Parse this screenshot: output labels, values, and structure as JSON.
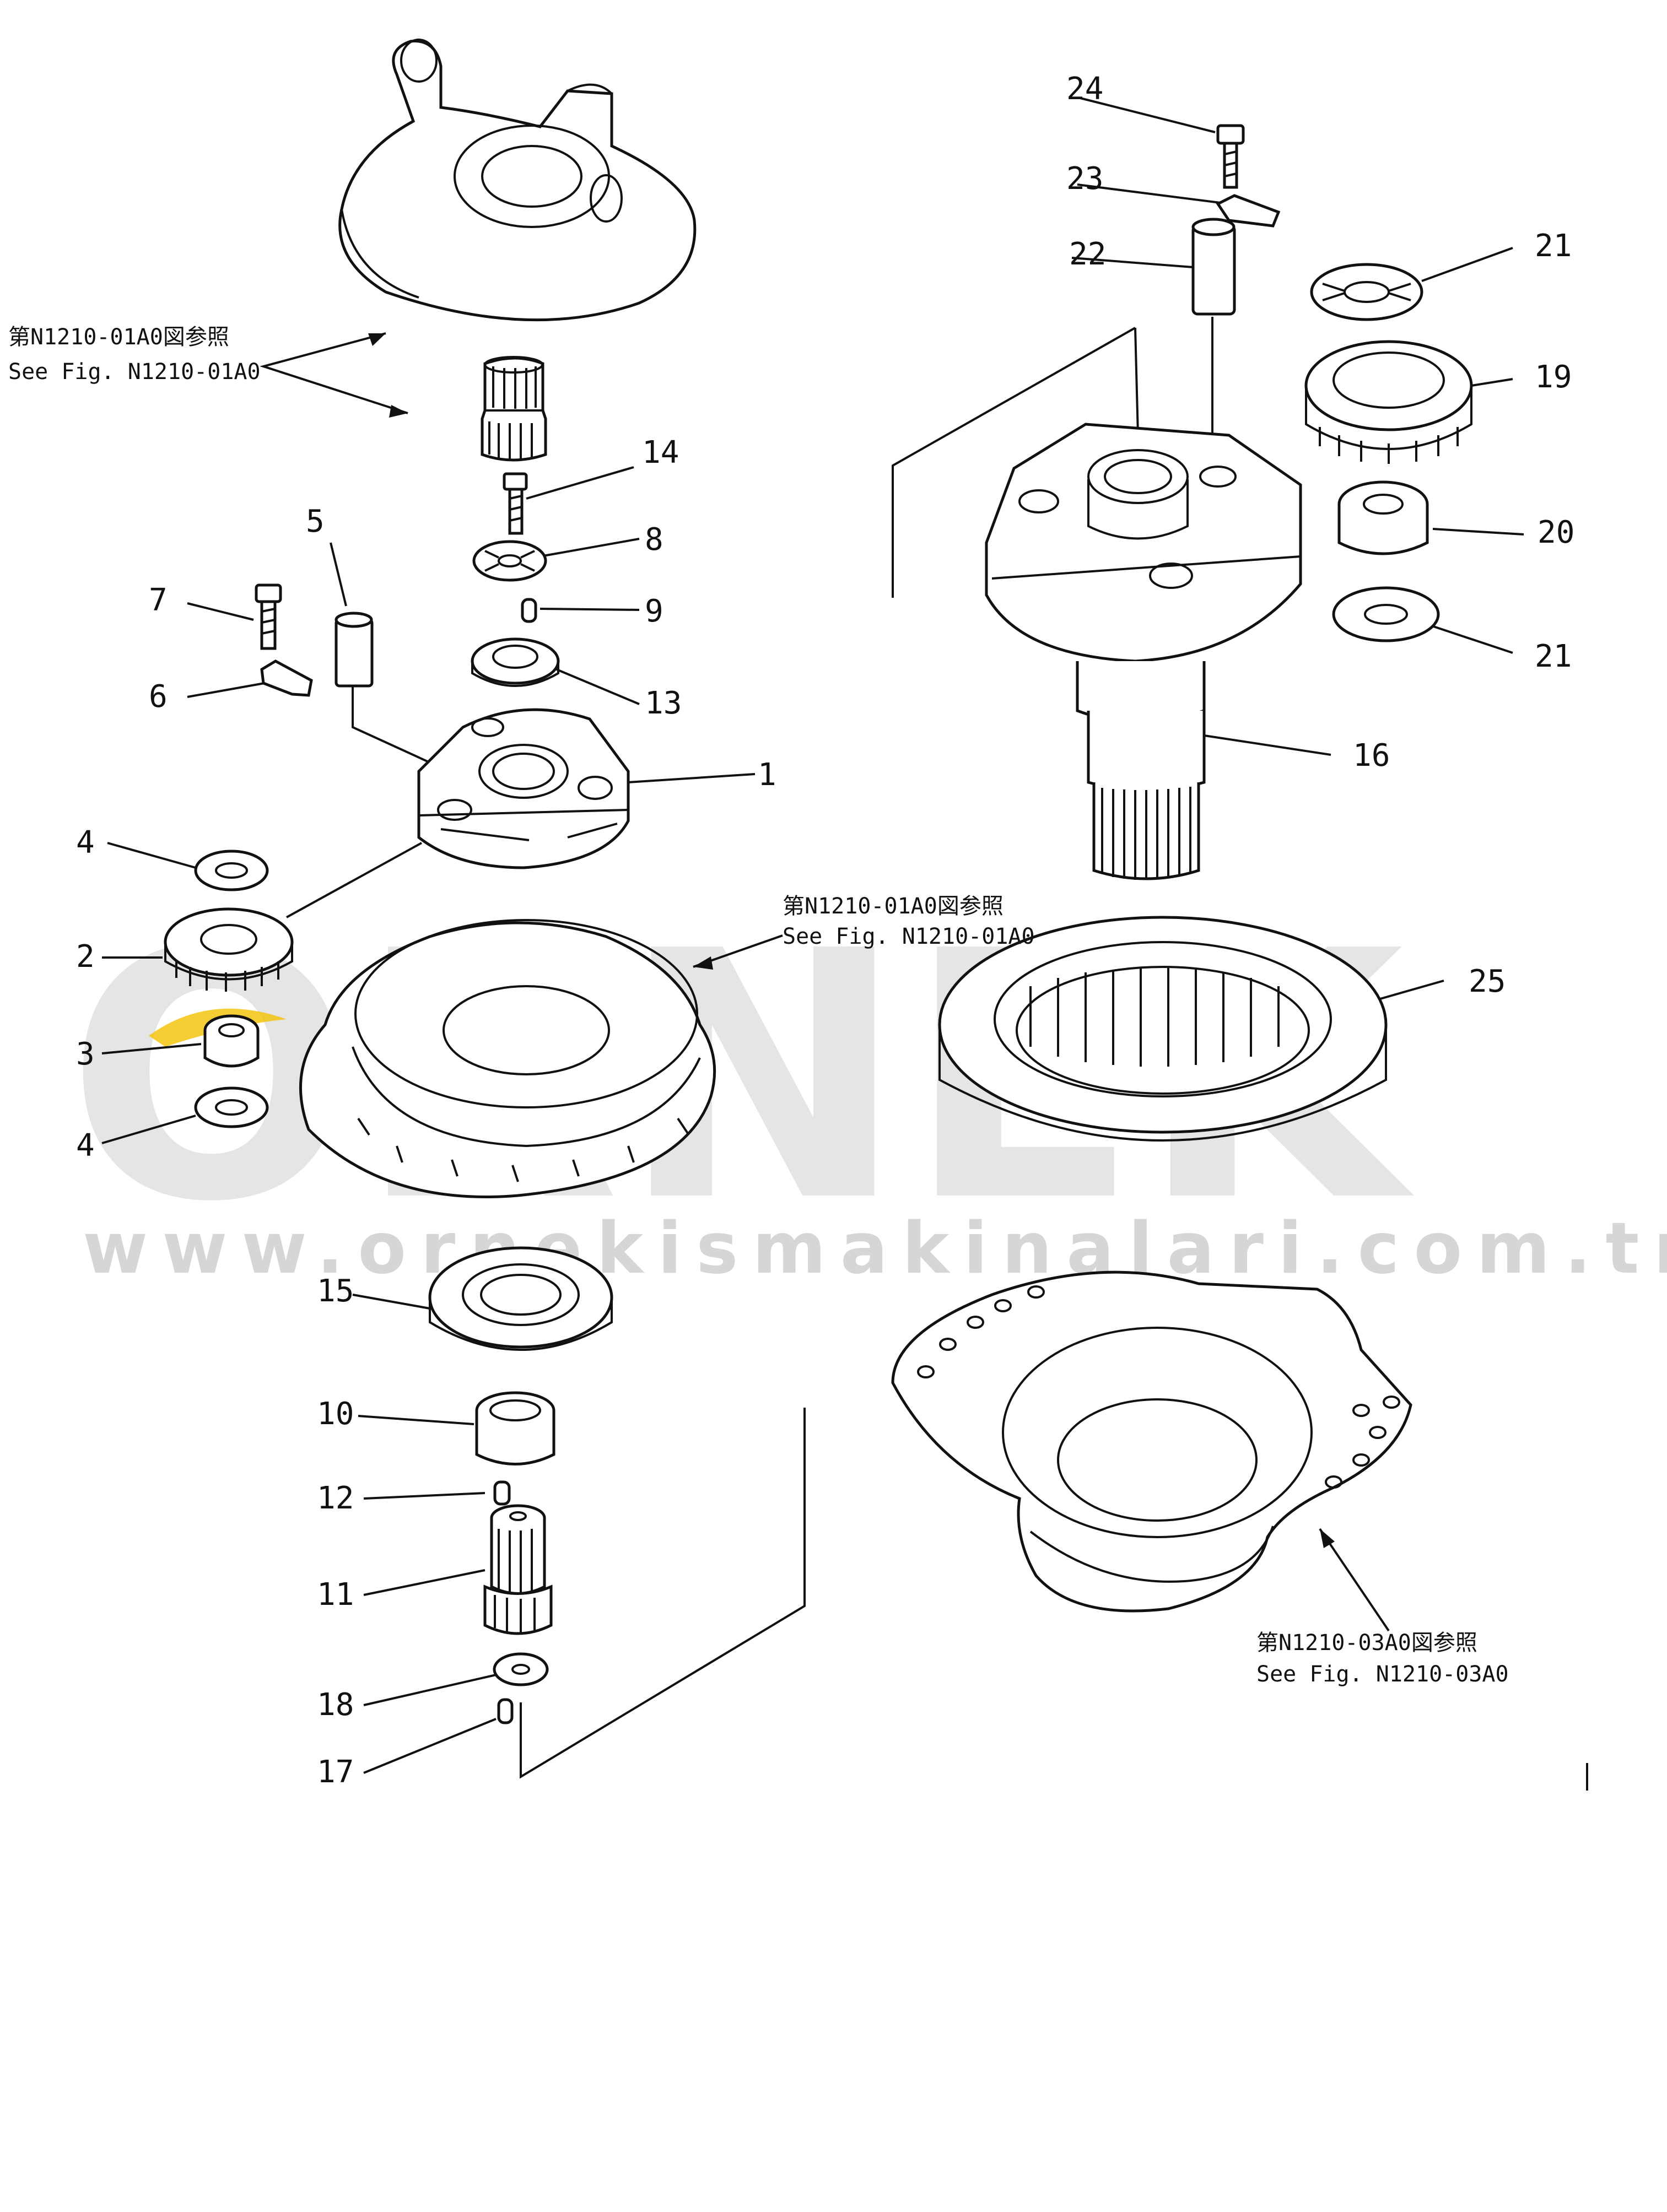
{
  "watermark": {
    "logo_text": "ORNEK",
    "url": "www.ornekismakinalari.com.tr",
    "accent_color": "#f2c200"
  },
  "refs": {
    "ref1": {
      "ja": "第N1210-01A0図参照",
      "en": "See  Fig. N1210-01A0"
    },
    "ref2": {
      "ja": "第N1210-01A0図参照",
      "en": "See  Fig. N1210-01A0"
    },
    "ref3": {
      "ja": "第N1210-03A0図参照",
      "en": "See  Fig. N1210-03A0"
    }
  },
  "part_numbers": [
    "1",
    "2",
    "3",
    "4",
    "4",
    "5",
    "6",
    "7",
    "8",
    "9",
    "10",
    "11",
    "12",
    "13",
    "14",
    "15",
    "16",
    "17",
    "18",
    "19",
    "20",
    "21",
    "21",
    "22",
    "23",
    "24",
    "25"
  ]
}
